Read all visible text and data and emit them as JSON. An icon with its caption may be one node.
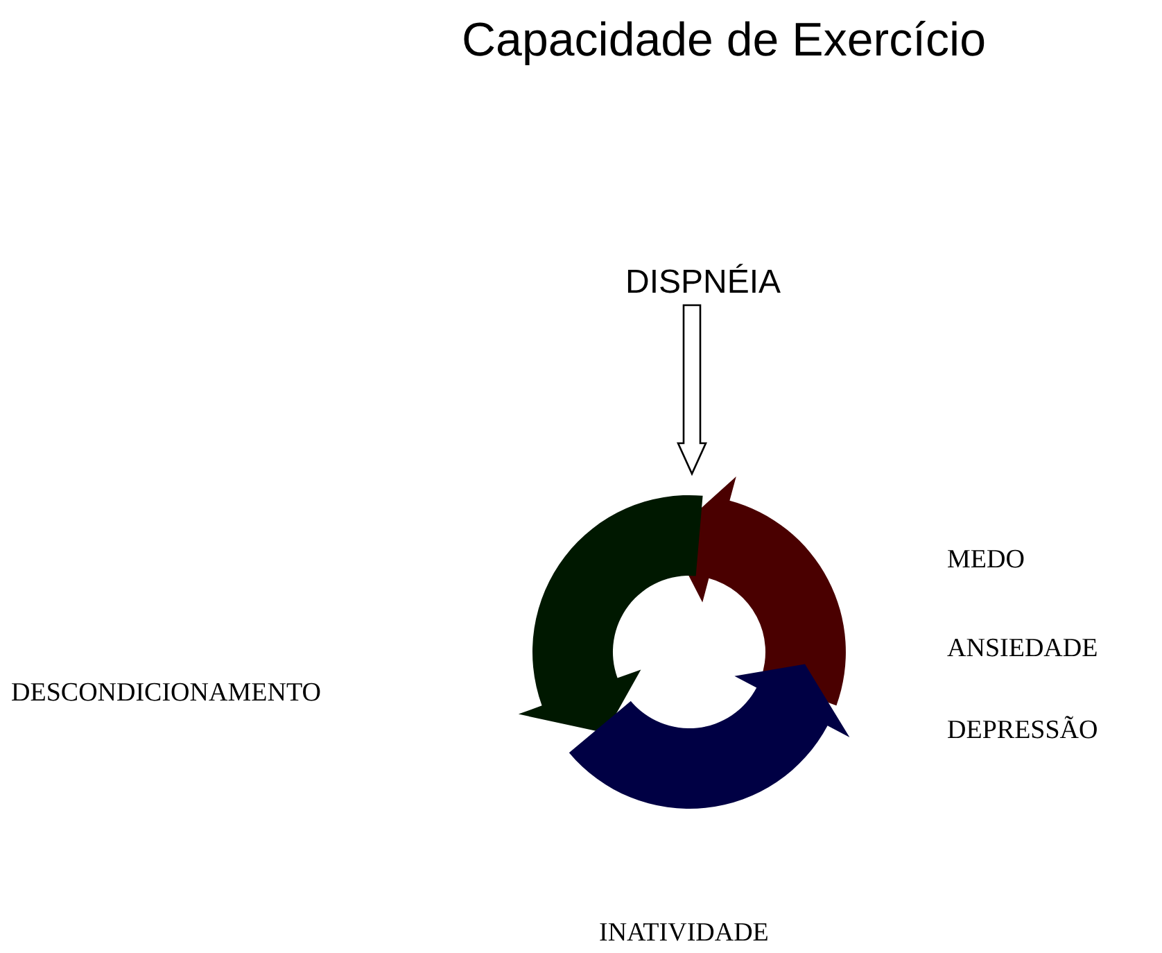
{
  "diagram": {
    "title": "Capacidade de Exercício",
    "nodes": [
      {
        "text": [
          "DISPNÉIA"
        ]
      },
      {
        "text": [],
        "shape": "circle"
      }
    ],
    "edges": [
      {
        "from": 0,
        "to": 1,
        "arrow": "to"
      }
    ],
    "labels": [
      "MEDO",
      "ANSIEDADE",
      "DEPRESSÃO",
      "DESCONDICIONAMENTO",
      "INATIVIDADE"
    ]
  }
}
